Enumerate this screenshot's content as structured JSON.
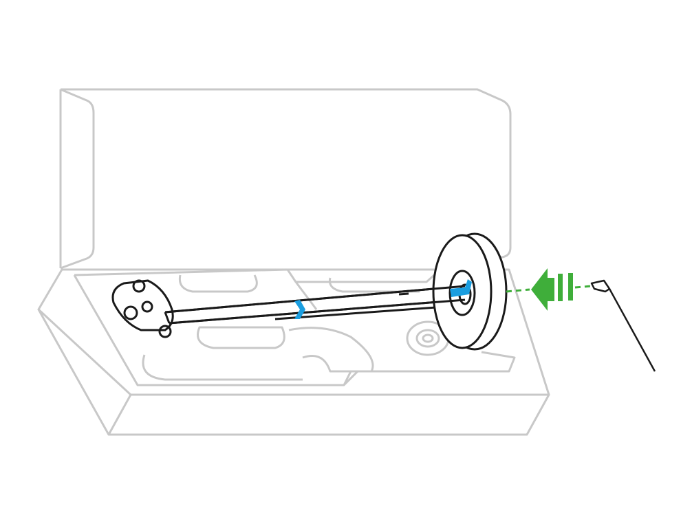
{
  "illustration": {
    "subject": "box-with-tube-disc-and-charger",
    "colors": {
      "box_outline": "#c8c8c8",
      "product_outline": "#1a1a1a",
      "accent_blue": "#1a9ee0",
      "arrow_green": "#3fae3a"
    },
    "parts": [
      "box",
      "tube",
      "cleaner-head",
      "disc",
      "charger-plug",
      "insert-arrow"
    ]
  }
}
